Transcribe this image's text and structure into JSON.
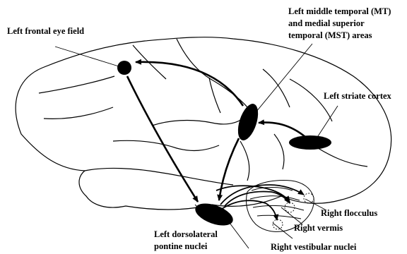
{
  "labels": {
    "frontal_eye_field": "Left frontal eye field",
    "mt_mst_line1": "Left middle temporal (MT)",
    "mt_mst_line2": "and medial superior",
    "mt_mst_line3": "temporal (MST) areas",
    "striate_cortex": "Left striate cortex",
    "flocculus": "Right flocculus",
    "vermis": "Right vermis",
    "vestibular_nuclei": "Right vestibular nuclei",
    "pontine_line1": "Left dorsolateral",
    "pontine_line2": "pontine nuclei"
  },
  "colors": {
    "ink": "#000000",
    "background": "#ffffff"
  }
}
